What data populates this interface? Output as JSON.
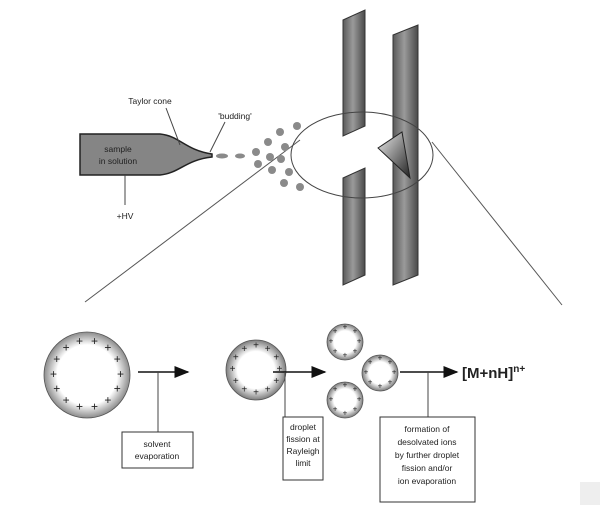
{
  "labels": {
    "taylor_cone": "Taylor cone",
    "budding": "'budding'",
    "sample_line1": "sample",
    "sample_line2": "in solution",
    "hv": "+HV",
    "solvent_1": "solvent",
    "solvent_2": "evaporation",
    "fission_1": "droplet",
    "fission_2": "fission   at",
    "fission_3": "Rayleigh",
    "fission_4": "limit",
    "formation_1": "formation of",
    "formation_2": "desolvated ions",
    "formation_3": "by further droplet",
    "formation_4": "fission and/or",
    "formation_5": "ion evaporation",
    "ion_base": "[M+nH]",
    "ion_sup": "n+"
  },
  "colors": {
    "plate": "#707070",
    "droplet": "#8a8a8a",
    "line": "#333333"
  }
}
